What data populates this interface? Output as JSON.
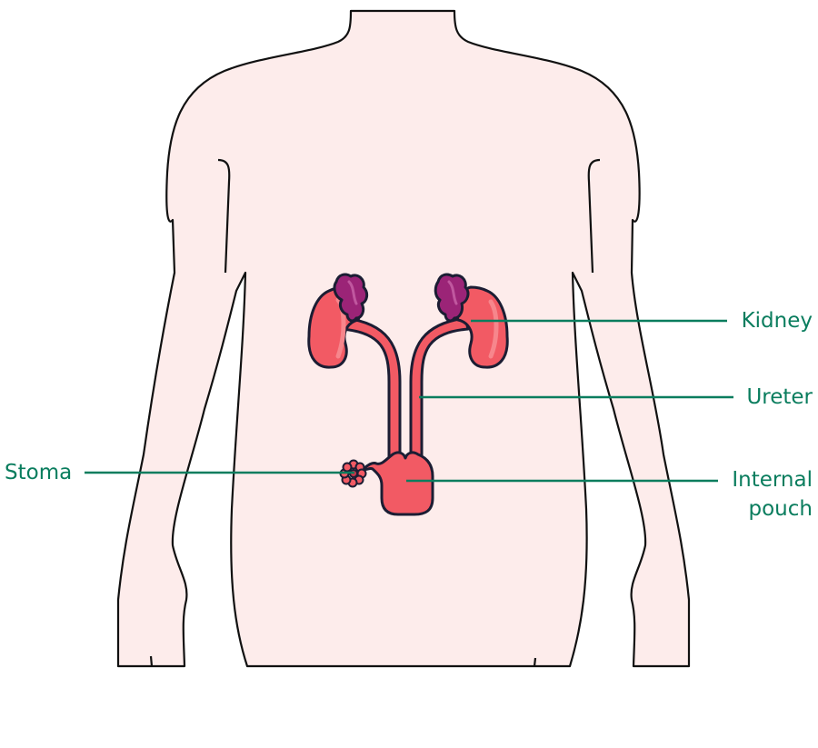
{
  "figure": {
    "subject": "Urinary diversion with internal pouch",
    "colors": {
      "skin": "#fdeceb",
      "outline": "#111111",
      "organ": "#f25a64",
      "organ_highlight": "#f7868c",
      "adrenal": "#9b2477",
      "adrenal_highlight": "#c0579f",
      "organ_outline": "#1b1d33",
      "label_line": "#0a7d5e",
      "label_text": "#0a7d5e"
    }
  },
  "labels": {
    "kidney": "Kidney",
    "ureter": "Ureter",
    "internal_pouch_line1": "Internal",
    "internal_pouch_line2": "pouch",
    "stoma": "Stoma"
  }
}
